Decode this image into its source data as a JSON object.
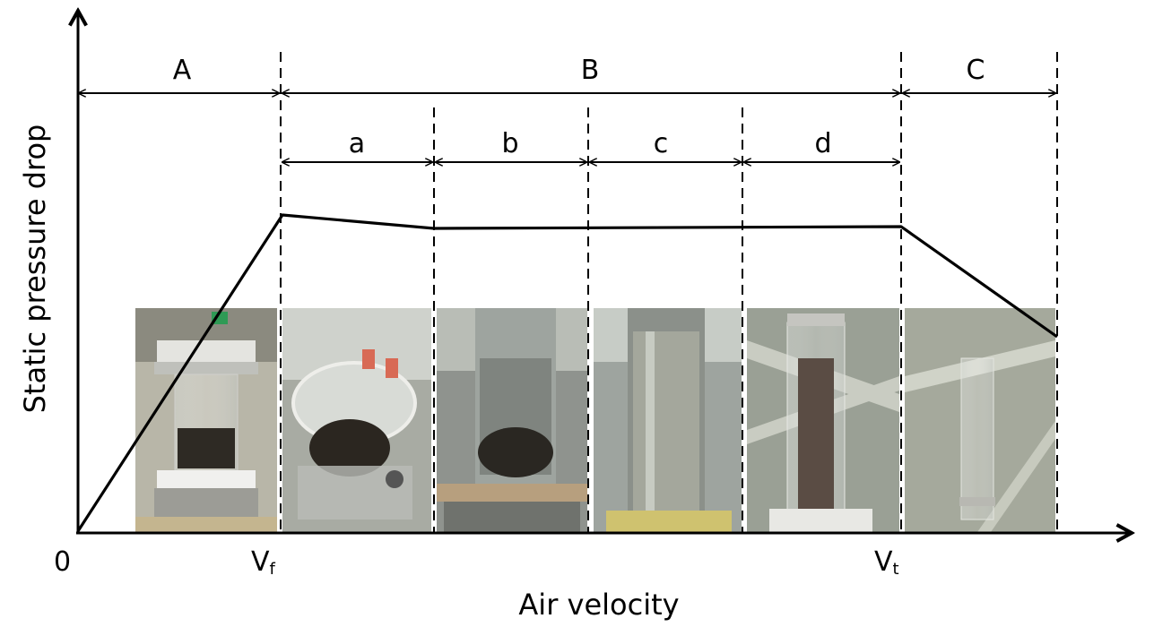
{
  "diagram": {
    "y_axis_label": "Static pressure drop",
    "x_axis_label": "Air velocity",
    "origin_label": "0",
    "vf_label": {
      "base": "V",
      "sub": "f"
    },
    "vt_label": {
      "base": "V",
      "sub": "t"
    },
    "regions": {
      "A": "A",
      "B": "B",
      "C": "C"
    },
    "subregions": {
      "a": "a",
      "b": "b",
      "c": "c",
      "d": "d"
    },
    "photos": [
      {
        "name": "photo-packed-bed",
        "icon": "fixed-bed-column-photo",
        "tone": "#9a9a8c"
      },
      {
        "name": "photo-incipient-fluidization",
        "icon": "incipient-bed-photo",
        "tone": "#8e9088"
      },
      {
        "name": "photo-bubbling-bed",
        "icon": "bubbling-bed-photo",
        "tone": "#7f8582"
      },
      {
        "name": "photo-turbulent-bed",
        "icon": "turbulent-bed-photo",
        "tone": "#858a86"
      },
      {
        "name": "photo-fast-fluidization",
        "icon": "fast-fluidized-column-photo",
        "tone": "#8d928a"
      },
      {
        "name": "photo-pneumatic-transport",
        "icon": "empty-column-photo",
        "tone": "#a2a59b"
      }
    ]
  }
}
